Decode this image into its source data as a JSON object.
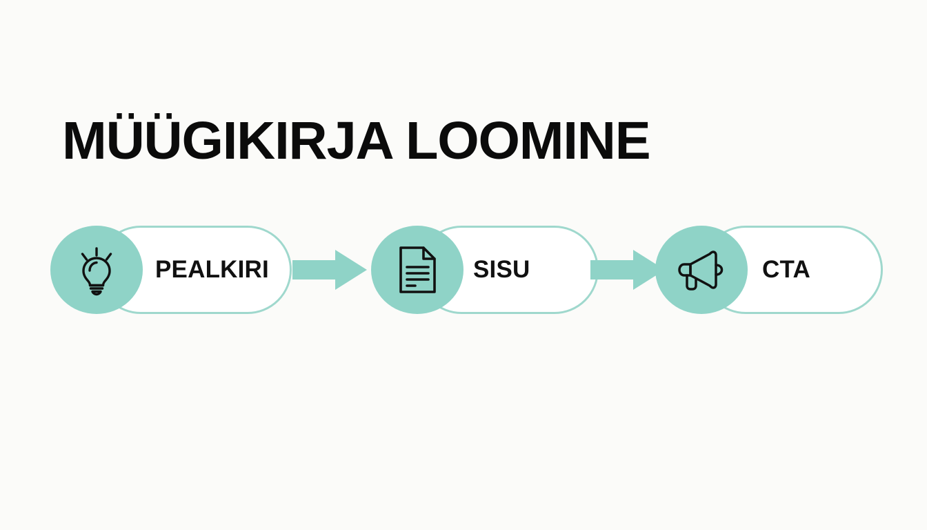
{
  "slide": {
    "title": "MÜÜGIKIRJA LOOMINE",
    "background_color": "#fbfbf9",
    "accent_color": "#8fd3c7",
    "border_color": "#9fd8cd",
    "text_color": "#111111"
  },
  "flow": {
    "steps": [
      {
        "label": "PEALKIRI",
        "icon": "lightbulb-icon",
        "badge_color": "#8fd3c7"
      },
      {
        "label": "SISU",
        "icon": "document-icon",
        "badge_color": "#8fd3c7"
      },
      {
        "label": "CTA",
        "icon": "megaphone-icon",
        "badge_color": "#8fd3c7"
      }
    ],
    "connectors": [
      {
        "icon": "arrow-right-icon",
        "color": "#8fd3c7"
      },
      {
        "icon": "arrow-right-icon",
        "color": "#8fd3c7"
      }
    ]
  }
}
